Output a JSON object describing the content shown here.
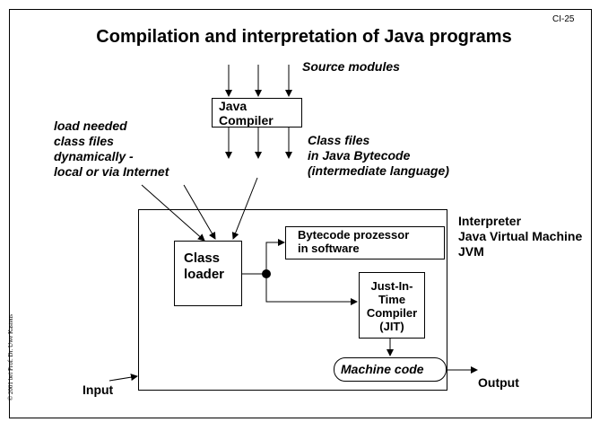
{
  "slide_id": "CI-25",
  "title": "Compilation and interpretation of Java programs",
  "labels": {
    "source_modules": "Source modules",
    "java_compiler_line1": "Java",
    "java_compiler_line2": "Compiler",
    "class_files_line1": "Class files",
    "class_files_line2": "in Java Bytecode",
    "class_files_line3": "(intermediate language)",
    "load_line1": "load needed",
    "load_line2": "class files",
    "load_line3": "dynamically -",
    "load_line4": "local or via Internet",
    "interpreter_line1": "Interpreter",
    "interpreter_line2": "Java Virtual Machine",
    "interpreter_line3": "JVM",
    "class_loader_line1": "Class",
    "class_loader_line2": "loader",
    "bytecode_line1": "Bytecode prozessor",
    "bytecode_line2": "in software",
    "jit_line1": "Just-In-Time",
    "jit_line2": "Compiler",
    "jit_line3": "(JIT)",
    "machine_code": "Machine code",
    "input": "Input",
    "output": "Output"
  },
  "copyright": "© 2001 bei Prof. Dr. Uwe Kastens"
}
